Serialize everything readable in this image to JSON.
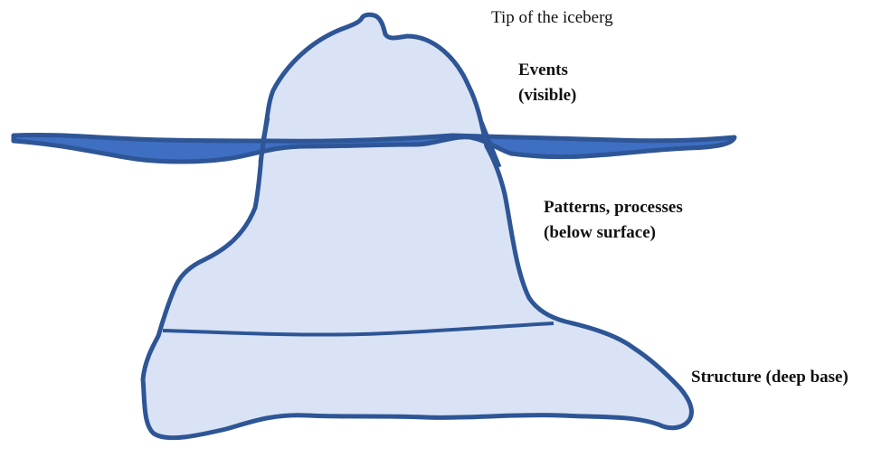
{
  "colors": {
    "iceberg_fill": "#d9e3f5",
    "outline": "#2e5596",
    "water": "#3e6fc2"
  },
  "labels": {
    "tip": "Tip of the iceberg",
    "events_line1": "Events",
    "events_line2": "(visible)",
    "patterns_line1": "Patterns, processes",
    "patterns_line2": "(below surface)",
    "structure": "Structure (deep base)"
  }
}
